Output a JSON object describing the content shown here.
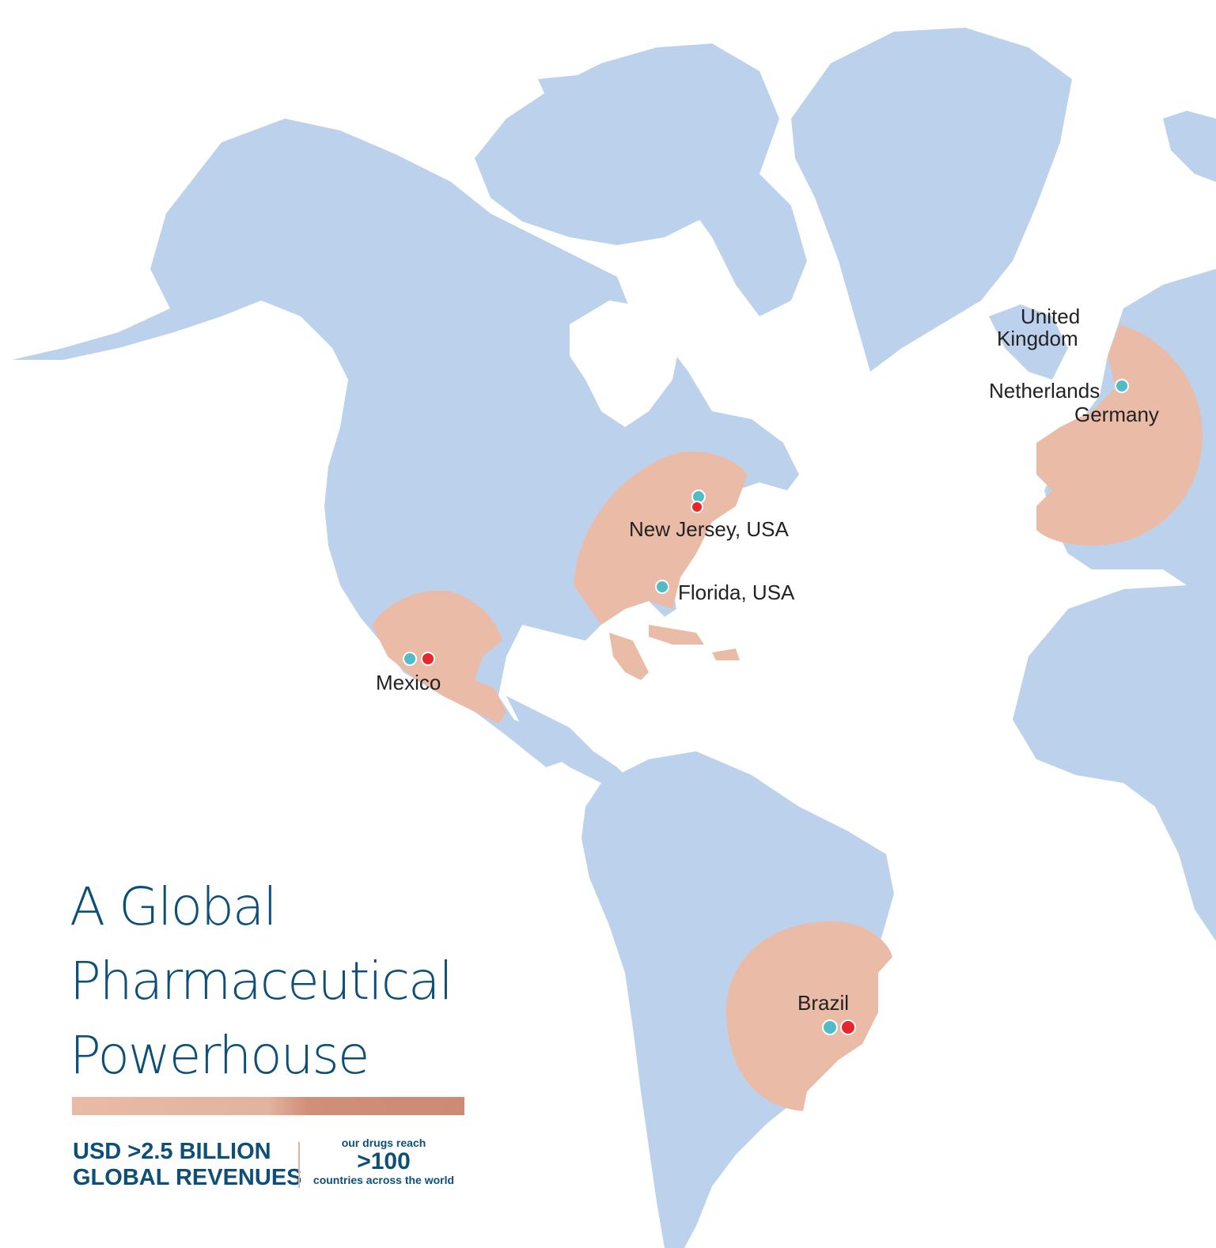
{
  "title": {
    "line1": "A Global",
    "line2": "Pharmaceutical",
    "line3": "Powerhouse"
  },
  "stats": {
    "revenue_line1": "USD >2.5 BILLION",
    "revenue_line2": "GLOBAL REVENUES",
    "reach_top": "our drugs reach",
    "reach_value": ">100",
    "reach_bottom": "countries across the world"
  },
  "locations": {
    "uk_line1": "United",
    "uk_line2": "Kingdom",
    "netherlands": "Netherlands",
    "germany": "Germany",
    "new_jersey": "New Jersey, USA",
    "florida": "Florida, USA",
    "mexico": "Mexico",
    "brazil": "Brazil"
  },
  "colors": {
    "land": "#bcd2ec",
    "highlight_region": "#eabba6",
    "marker_teal": "#4fbcc6",
    "marker_red": "#e8262b",
    "title_text": "#0e4f78"
  }
}
